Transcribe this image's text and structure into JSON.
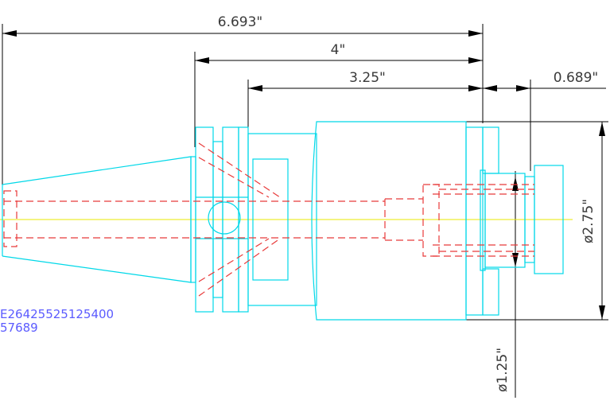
{
  "drawing": {
    "dimensions": {
      "overall_length": "6.693\"",
      "gauge_length": "4\"",
      "body_length": "3.25\"",
      "nose_length": "0.689\"",
      "body_diameter": "ø2.75\"",
      "bore_diameter": "ø1.25\""
    },
    "part_number": {
      "line1": "E26425525125400",
      "line2": "57689"
    },
    "colors": {
      "outline": "#00d8e8",
      "hidden_lines": "#e83a3a",
      "center_line": "#e8e800",
      "dimension_lines": "#000000",
      "dimension_text": "#3a3a3a",
      "part_number_text": "#5b5bff"
    }
  }
}
